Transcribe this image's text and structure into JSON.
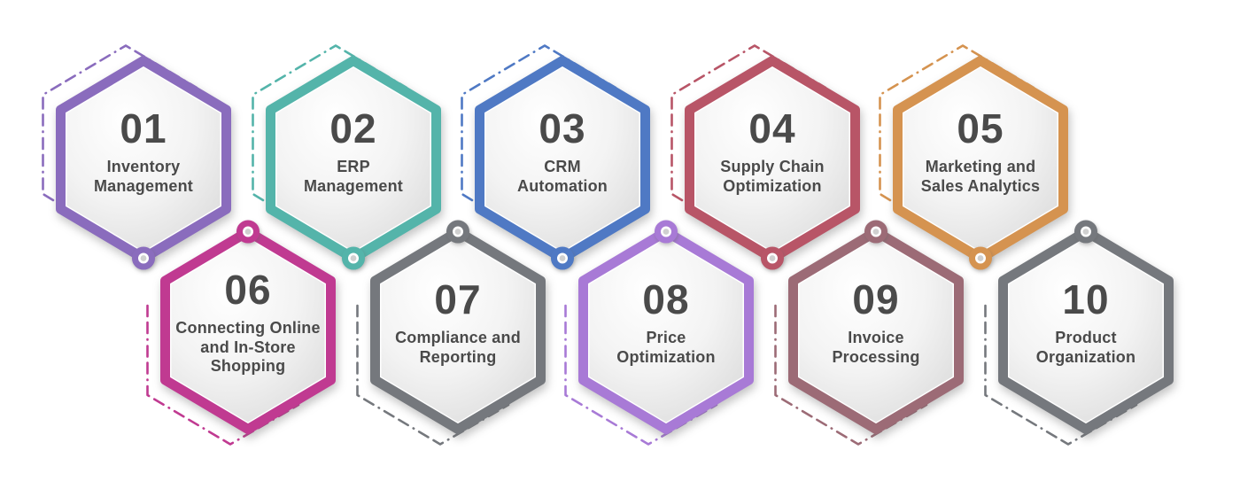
{
  "items": [
    {
      "number": "01",
      "label": "Inventory\nManagement",
      "color": "#8a6cbd"
    },
    {
      "number": "02",
      "label": "ERP\nManagement",
      "color": "#54b4aa"
    },
    {
      "number": "03",
      "label": "CRM\nAutomation",
      "color": "#4f79c4"
    },
    {
      "number": "04",
      "label": "Supply Chain\nOptimization",
      "color": "#b85567"
    },
    {
      "number": "05",
      "label": "Marketing and\nSales Analytics",
      "color": "#d59350"
    },
    {
      "number": "06",
      "label": "Connecting Online\nand In-Store\nShopping",
      "color": "#c03a91"
    },
    {
      "number": "07",
      "label": "Compliance and\nReporting",
      "color": "#75787d"
    },
    {
      "number": "08",
      "label": "Price\nOptimization",
      "color": "#a87ad6"
    },
    {
      "number": "09",
      "label": "Invoice\nProcessing",
      "color": "#9c6b76"
    },
    {
      "number": "10",
      "label": "Product\nOrganization",
      "color": "#75787d"
    }
  ],
  "text_color": "#4a4a4a",
  "background_color": "#ffffff"
}
